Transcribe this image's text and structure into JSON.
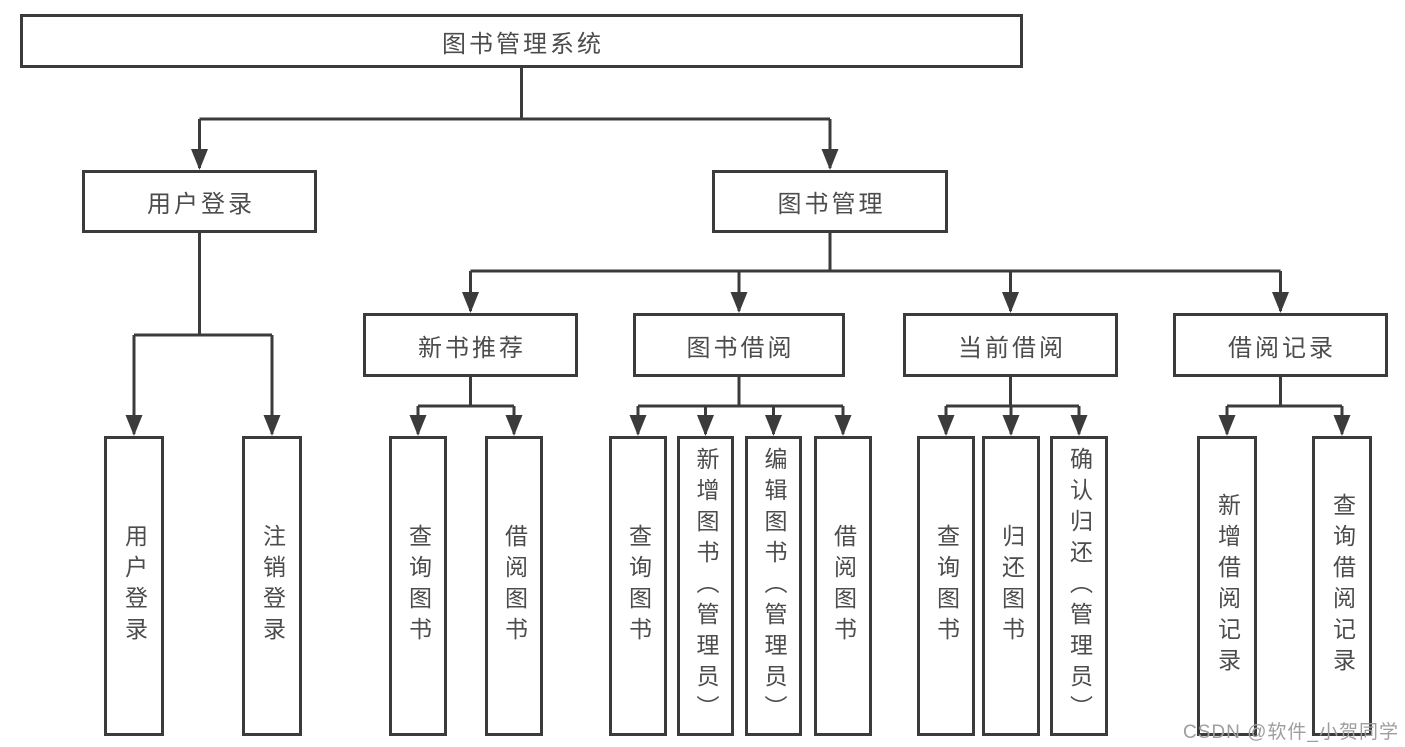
{
  "colors": {
    "line": "#3b3b3b",
    "text": "#4c4c4c",
    "box_fill": "#ffffff",
    "background": "#ffffff",
    "watermark": "#9e9e9e"
  },
  "tree": {
    "root": {
      "label": "图书管理系统",
      "children": [
        {
          "label": "用户登录",
          "children": [
            {
              "label": "用户登录"
            },
            {
              "label": "注销登录"
            }
          ]
        },
        {
          "label": "图书管理",
          "children": [
            {
              "label": "新书推荐",
              "children": [
                {
                  "label": "查询图书"
                },
                {
                  "label": "借阅图书"
                }
              ]
            },
            {
              "label": "图书借阅",
              "children": [
                {
                  "label": "查询图书"
                },
                {
                  "label": "新增图书（管理员）"
                },
                {
                  "label": "编辑图书（管理员）"
                },
                {
                  "label": "借阅图书"
                }
              ]
            },
            {
              "label": "当前借阅",
              "children": [
                {
                  "label": "查询图书"
                },
                {
                  "label": "归还图书"
                },
                {
                  "label": "确认归还（管理员）"
                }
              ]
            },
            {
              "label": "借阅记录",
              "children": [
                {
                  "label": "新增借阅记录"
                },
                {
                  "label": "查询借阅记录"
                }
              ]
            }
          ]
        }
      ]
    }
  },
  "watermark": {
    "text": "CSDN @软件_小贺同学"
  }
}
